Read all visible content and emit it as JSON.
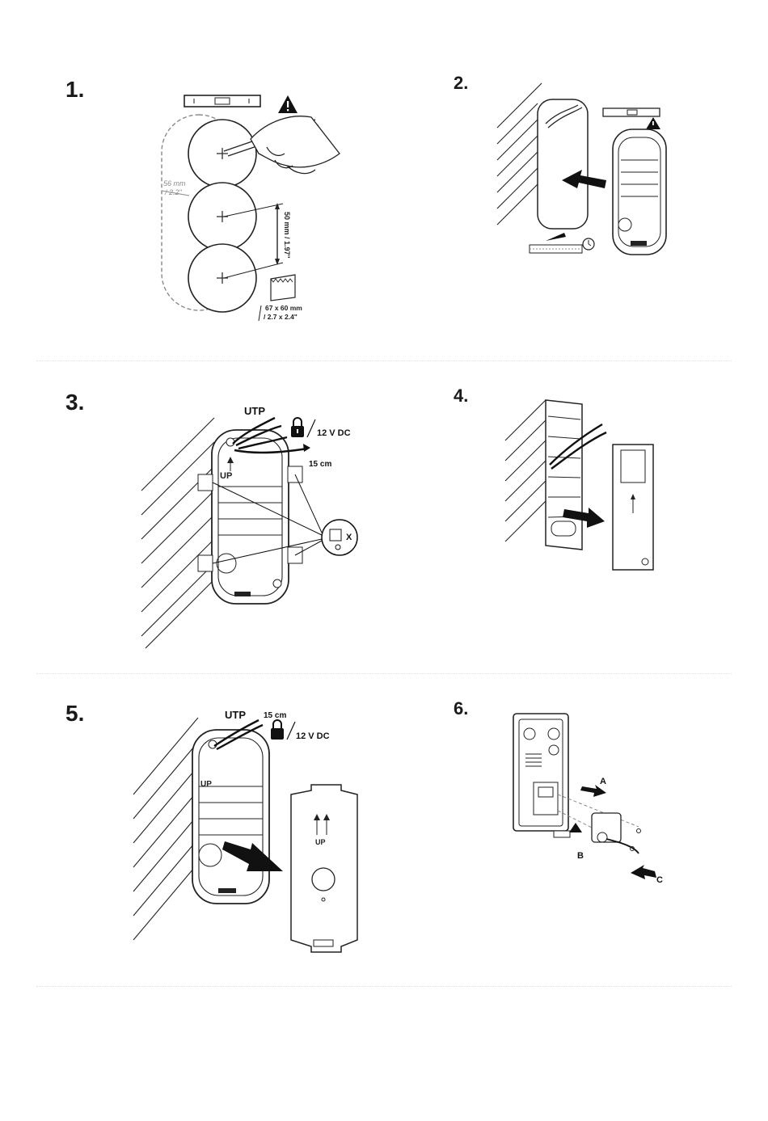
{
  "steps": [
    {
      "number": "1.",
      "labels": {
        "width": "56 mm",
        "width_in": "/ 2.2\"",
        "spacing": "50 mm / 1.97\"",
        "hole": "67 x 60 mm",
        "hole_in": "/ 2.7 x 2.4\""
      }
    },
    {
      "number": "2."
    },
    {
      "number": "3.",
      "labels": {
        "cable": "UTP",
        "power": "12 V DC",
        "length": "15 cm",
        "arrow": "UP",
        "mark": "X"
      }
    },
    {
      "number": "4."
    },
    {
      "number": "5.",
      "labels": {
        "cable": "UTP",
        "length": "15 cm",
        "power": "12 V DC",
        "arrow": "UP",
        "cover_arrow": "UP"
      }
    },
    {
      "number": "6.",
      "labels": {
        "a": "A",
        "b": "B",
        "c": "C"
      }
    }
  ]
}
